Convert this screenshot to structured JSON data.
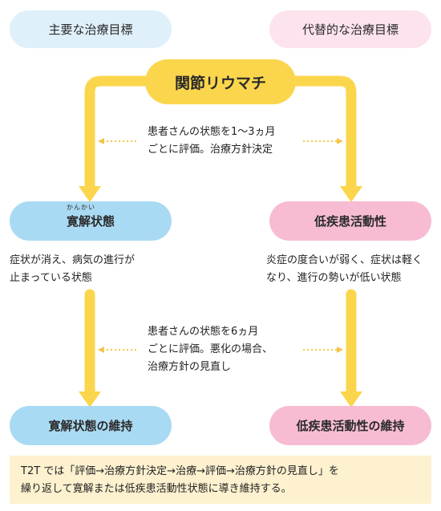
{
  "header": {
    "left_label": "主要な治療目標",
    "right_label": "代替的な治療目標"
  },
  "root": {
    "label": "関節リウマチ"
  },
  "note_top": {
    "line1": "患者さんの状態を1～3ヵ月",
    "line2": "ごとに評価。治療方針決定"
  },
  "left_branch": {
    "title": "寛解状態",
    "title_main": "寛解",
    "title_rest": "状態",
    "furigana": "かんかい",
    "desc_line1": "症状が消え、病気の進行が",
    "desc_line2": "止まっている状態",
    "end_label": "寛解状態の維持"
  },
  "right_branch": {
    "title": "低疾患活動性",
    "desc_line1": "炎症の度合いが弱く、症状は軽く",
    "desc_line2": "なり、進行の勢いが低い状態",
    "end_label": "低疾患活動性の維持"
  },
  "note_mid": {
    "line1": "患者さんの状態を6ヵ月",
    "line2": "ごとに評価。悪化の場合、",
    "line3": "治療方針の見直し"
  },
  "footer": {
    "line1": "T2T では「評価→治療方針決定→治療→評価→治療方針の見直し」を",
    "line2": "繰り返して寛解または低疾患活動性状態に導き維持する。"
  },
  "colors": {
    "arrow": "#fbd64c",
    "dotted_arrow": "#f4c64a",
    "light_blue": "#dff0fb",
    "light_pink": "#fde3ee",
    "blue": "#a9daf3",
    "pink": "#f7bcd4",
    "yellow": "#fbd64c",
    "footer_bg": "#fdf1cf"
  }
}
